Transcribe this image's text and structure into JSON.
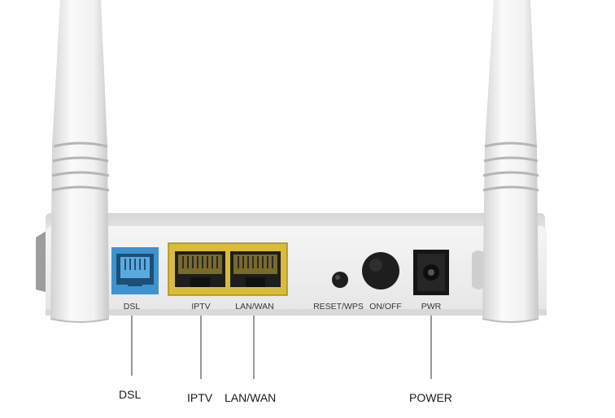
{
  "device": {
    "port_labels": {
      "dsl": "DSL",
      "iptv": "IPTV",
      "lan_wan": "LAN/WAN",
      "reset_wps": "RESET/WPS",
      "on_off": "ON/OFF",
      "pwr": "PWR"
    },
    "colors": {
      "background": "#ffffff",
      "body": "#ebebeb",
      "dsl_port": "#3d93cf",
      "ethernet_block": "#d9bc3a",
      "button": "#1e1e1e"
    }
  },
  "callouts": {
    "dsl": "DSL",
    "iptv": "IPTV",
    "lan_wan": "LAN/WAN",
    "power": "POWER"
  }
}
